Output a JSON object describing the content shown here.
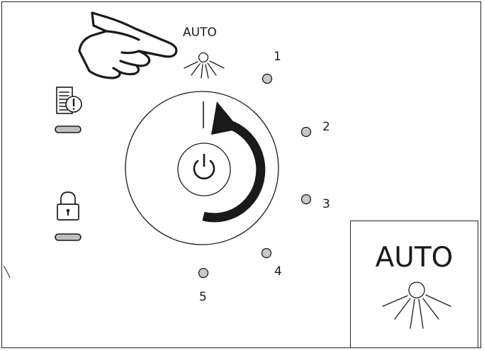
{
  "panel": {
    "auto_label": "AUTO",
    "inset_auto_label": "AUTO",
    "levels": [
      "1",
      "2",
      "3",
      "4",
      "5"
    ]
  },
  "icons": {
    "hand": "pointing-hand-icon",
    "light": "light-sensor-icon",
    "notice": "document-warning-icon",
    "lock": "padlock-icon",
    "power": "power-icon",
    "arrow": "rotation-arrow-icon"
  },
  "colors": {
    "line": "#1a1a1a",
    "led_fill": "#c8c8c8",
    "indicator_fill": "#bfbfbf"
  }
}
